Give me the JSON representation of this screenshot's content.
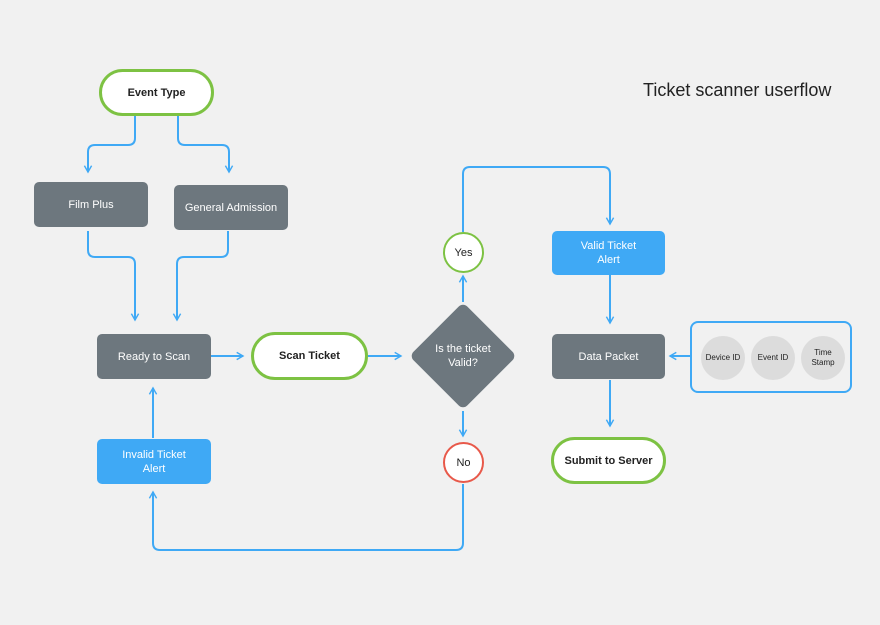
{
  "title": "Ticket scanner userflow",
  "nodes": {
    "event_type": "Event Type",
    "film_plus": "Film Plus",
    "general_admission": "General Admission",
    "ready_to_scan": "Ready to Scan",
    "scan_ticket": "Scan Ticket",
    "decision": [
      "Is the ticket",
      "Valid?"
    ],
    "yes": "Yes",
    "no": "No",
    "valid_alert": [
      "Valid Ticket",
      "Alert"
    ],
    "invalid_alert": [
      "Invalid Ticket",
      "Alert"
    ],
    "data_packet": "Data Packet",
    "submit": "Submit to Server"
  },
  "packet_fields": {
    "device_id": "Device ID",
    "event_id": "Event ID",
    "time_stamp": [
      "Time",
      "Stamp"
    ]
  },
  "colors": {
    "background": "#f1f1f1",
    "connector": "#3fa9f5",
    "terminal_border": "#7dc243",
    "process_fill": "#6d777e",
    "alert_fill": "#3fa9f5",
    "no_border": "#e8594a",
    "chip_fill": "#dcdcdc"
  }
}
